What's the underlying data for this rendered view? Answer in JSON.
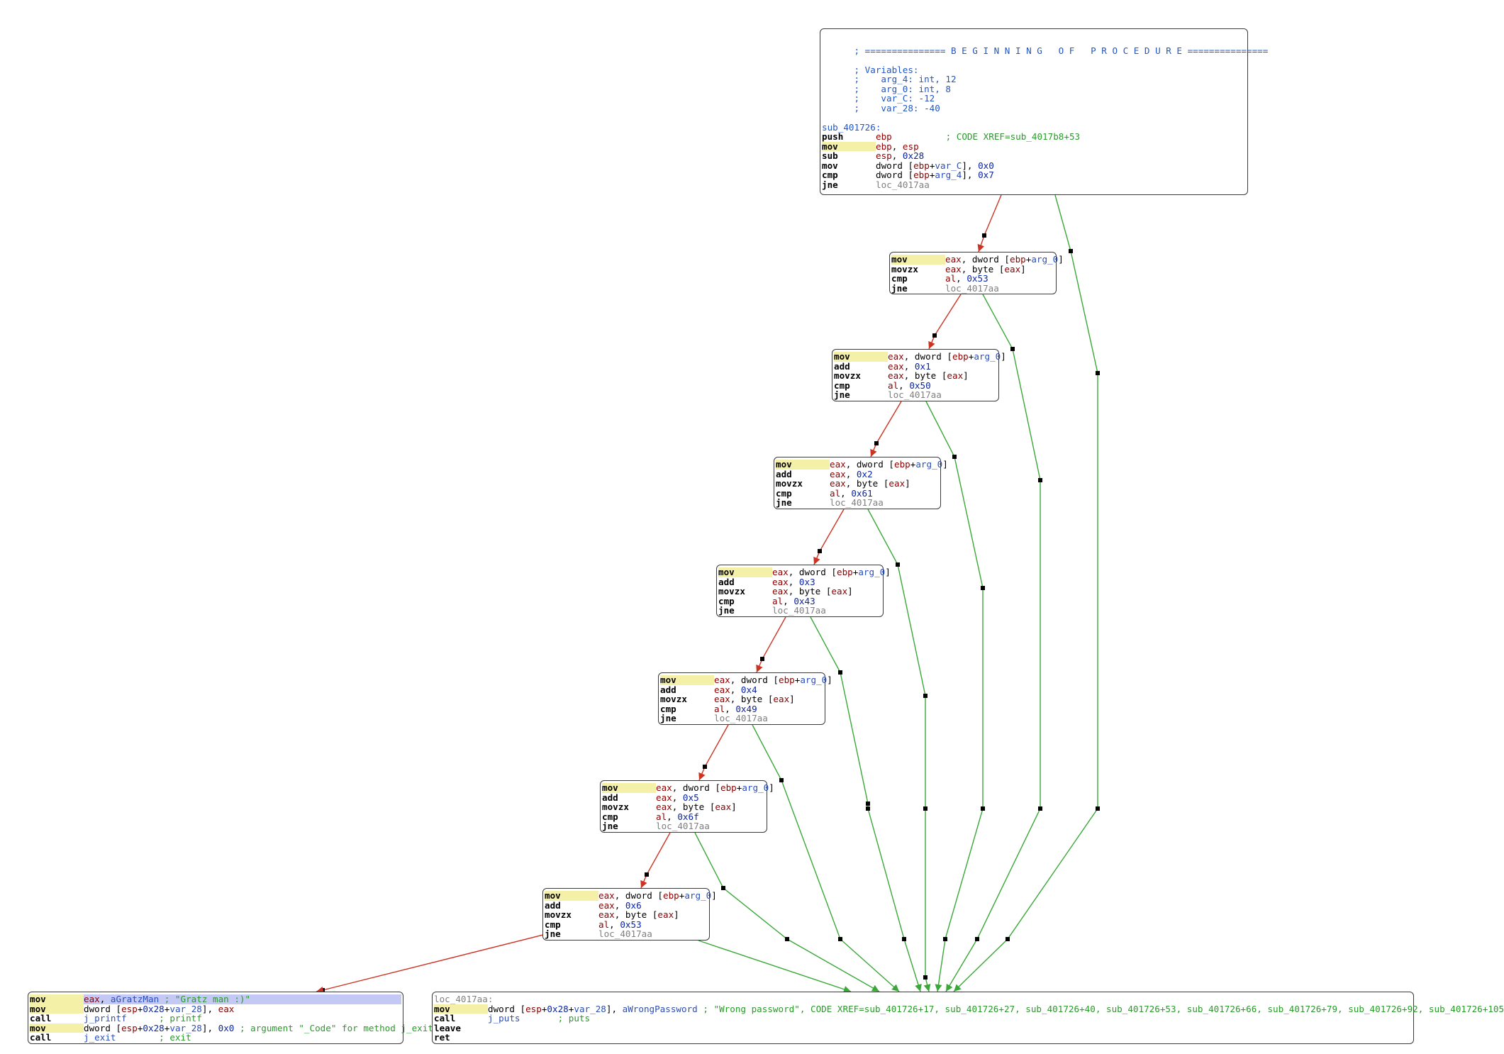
{
  "colors": {
    "edge_true": "#cc3322",
    "edge_false": "#3aa838",
    "register": "#8b0000",
    "number": "#0a24a6",
    "comment": "#2a9a2a",
    "label_ref": "#808080",
    "selection": "#c3c8f4"
  },
  "entry": {
    "banner": "; =============== B E G I N N I N G   O F   P R O C E D U R E ===============",
    "vars_header": "; Variables:",
    "vars": [
      ";    arg_4: int, 12",
      ";    arg_0: int, 8",
      ";    var_C: -12",
      ";    var_28: -40"
    ],
    "label": "sub_401726:",
    "instructions": [
      {
        "mn": "push",
        "ops": [
          {
            "t": "reg",
            "v": "ebp"
          },
          {
            "t": "pad",
            "v": "          "
          },
          {
            "t": "cmt",
            "v": "; CODE XREF=sub_4017b8+53"
          }
        ]
      },
      {
        "mn": "mov",
        "ops": [
          {
            "t": "reg",
            "v": "ebp"
          },
          {
            "t": "txt",
            "v": ", "
          },
          {
            "t": "reg",
            "v": "esp"
          }
        ]
      },
      {
        "mn": "sub",
        "ops": [
          {
            "t": "reg",
            "v": "esp"
          },
          {
            "t": "txt",
            "v": ", "
          },
          {
            "t": "num",
            "v": "0x28"
          }
        ]
      },
      {
        "mn": "mov",
        "ops": [
          {
            "t": "txt",
            "v": "dword ["
          },
          {
            "t": "reg",
            "v": "ebp"
          },
          {
            "t": "txt",
            "v": "+"
          },
          {
            "t": "var",
            "v": "var_C"
          },
          {
            "t": "txt",
            "v": "], "
          },
          {
            "t": "num",
            "v": "0x0"
          }
        ]
      },
      {
        "mn": "cmp",
        "ops": [
          {
            "t": "txt",
            "v": "dword ["
          },
          {
            "t": "reg",
            "v": "ebp"
          },
          {
            "t": "txt",
            "v": "+"
          },
          {
            "t": "var",
            "v": "arg_4"
          },
          {
            "t": "txt",
            "v": "], "
          },
          {
            "t": "num",
            "v": "0x7"
          }
        ]
      },
      {
        "mn": "jne",
        "ops": [
          {
            "t": "lbl",
            "v": "loc_4017aa"
          }
        ]
      }
    ]
  },
  "checks": [
    {
      "offset": "",
      "char": "0x53"
    },
    {
      "offset": "0x1",
      "char": "0x50"
    },
    {
      "offset": "0x2",
      "char": "0x61"
    },
    {
      "offset": "0x3",
      "char": "0x43"
    },
    {
      "offset": "0x4",
      "char": "0x49"
    },
    {
      "offset": "0x5",
      "char": "0x6f"
    },
    {
      "offset": "0x6",
      "char": "0x53"
    }
  ],
  "check_text": {
    "mov": "mov",
    "add": "add",
    "movzx": "movzx",
    "cmp": "cmp",
    "jne": "jne",
    "eax": "eax",
    "ebp": "ebp",
    "al": "al",
    "arg": "arg_0",
    "dword_open": "dword [",
    "byte_open": "byte [",
    "target": "loc_4017aa"
  },
  "success": {
    "instructions": [
      {
        "mn": "mov",
        "selected": true,
        "ops": [
          {
            "t": "reg",
            "v": "eax"
          },
          {
            "t": "txt",
            "v": ", "
          },
          {
            "t": "var",
            "v": "aGratzMan"
          },
          {
            "t": "cmt",
            "v": " ; \"Gratz man :)\""
          }
        ]
      },
      {
        "mn": "mov",
        "ops": [
          {
            "t": "txt",
            "v": "dword ["
          },
          {
            "t": "reg",
            "v": "esp"
          },
          {
            "t": "txt",
            "v": "+"
          },
          {
            "t": "num",
            "v": "0x28"
          },
          {
            "t": "txt",
            "v": "+"
          },
          {
            "t": "var",
            "v": "var_28"
          },
          {
            "t": "txt",
            "v": "], "
          },
          {
            "t": "reg",
            "v": "eax"
          }
        ]
      },
      {
        "mn": "call",
        "ops": [
          {
            "t": "var",
            "v": "j_printf"
          },
          {
            "t": "pad",
            "v": "      "
          },
          {
            "t": "cmt",
            "v": "; printf"
          }
        ]
      },
      {
        "mn": "mov",
        "ops": [
          {
            "t": "txt",
            "v": "dword ["
          },
          {
            "t": "reg",
            "v": "esp"
          },
          {
            "t": "txt",
            "v": "+"
          },
          {
            "t": "num",
            "v": "0x28"
          },
          {
            "t": "txt",
            "v": "+"
          },
          {
            "t": "var",
            "v": "var_28"
          },
          {
            "t": "txt",
            "v": "], "
          },
          {
            "t": "num",
            "v": "0x0"
          },
          {
            "t": "cmt",
            "v": " ; argument \"_Code\" for method j_exit"
          }
        ]
      },
      {
        "mn": "call",
        "ops": [
          {
            "t": "var",
            "v": "j_exit"
          },
          {
            "t": "pad",
            "v": "        "
          },
          {
            "t": "cmt",
            "v": "; exit"
          }
        ]
      }
    ]
  },
  "fail": {
    "label": "loc_4017aa:",
    "instructions": [
      {
        "mn": "mov",
        "ops": [
          {
            "t": "txt",
            "v": "dword ["
          },
          {
            "t": "reg",
            "v": "esp"
          },
          {
            "t": "txt",
            "v": "+"
          },
          {
            "t": "num",
            "v": "0x28"
          },
          {
            "t": "txt",
            "v": "+"
          },
          {
            "t": "var",
            "v": "var_28"
          },
          {
            "t": "txt",
            "v": "], "
          },
          {
            "t": "var",
            "v": "aWrongPassword"
          },
          {
            "t": "cmt",
            "v": " ; \"Wrong password\", CODE XREF=sub_401726+17, sub_401726+27, sub_401726+40, sub_401726+53, sub_401726+66, sub_401726+79, sub_401726+92, sub_401726+105"
          }
        ]
      },
      {
        "mn": "call",
        "ops": [
          {
            "t": "var",
            "v": "j_puts"
          },
          {
            "t": "pad",
            "v": "       "
          },
          {
            "t": "cmt",
            "v": "; puts"
          }
        ]
      },
      {
        "mn": "leave",
        "ops": []
      },
      {
        "mn": "ret",
        "ops": []
      }
    ]
  }
}
